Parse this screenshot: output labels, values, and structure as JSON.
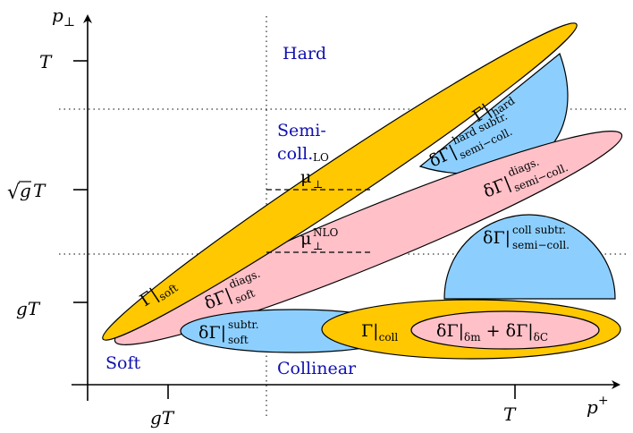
{
  "axes": {
    "y_label": "p",
    "y_label_sub": "⊥",
    "x_label": "p",
    "x_label_sup": "+",
    "y_ticks": {
      "T": "T",
      "sqrt_sym": "√",
      "sqrt_g": "g",
      "sqrt_T": "T",
      "gT": "gT"
    },
    "x_ticks": {
      "gT": "gT",
      "T": "T"
    }
  },
  "regions": {
    "hard": "Hard",
    "semi_line1": "Semi-",
    "semi_line2": "coll.",
    "soft": "Soft",
    "collinear": "Collinear"
  },
  "labels": {
    "gamma_hard": {
      "main": "Γ|",
      "sub": "hard"
    },
    "gamma_soft": {
      "main": "Γ|",
      "sub": "soft"
    },
    "gamma_coll": {
      "main": "Γ|",
      "sub": "coll"
    },
    "dg_soft_diags": {
      "main": "δΓ|",
      "sup": "diags.",
      "sub": "soft"
    },
    "dg_soft_subtr": {
      "main": "δΓ|",
      "sup": "subtr.",
      "sub": "soft"
    },
    "dg_semi_diags": {
      "main": "δΓ|",
      "sup": "diags.",
      "sub": "semi−coll."
    },
    "dg_hard_subtr": {
      "main": "δΓ|",
      "sup": "hard subtr.",
      "sub": "semi−coll."
    },
    "dg_coll_subtr": {
      "main": "δΓ|",
      "sup": "coll subtr.",
      "sub": "semi−coll."
    },
    "mu_lo": {
      "main": "μ",
      "sub": "⊥",
      "sup": "LO"
    },
    "mu_nlo": {
      "main": "μ",
      "sub": "⊥",
      "sup": "NLO"
    },
    "dm_dc": {
      "a": "δΓ|",
      "a_sub": "δm",
      "plus": " + δΓ|",
      "b_sub": "δC"
    }
  },
  "colors": {
    "yellow": "#ffc800",
    "pink": "#ffc0c8",
    "blue": "#8ccfff",
    "region_text": "#1010b0"
  }
}
